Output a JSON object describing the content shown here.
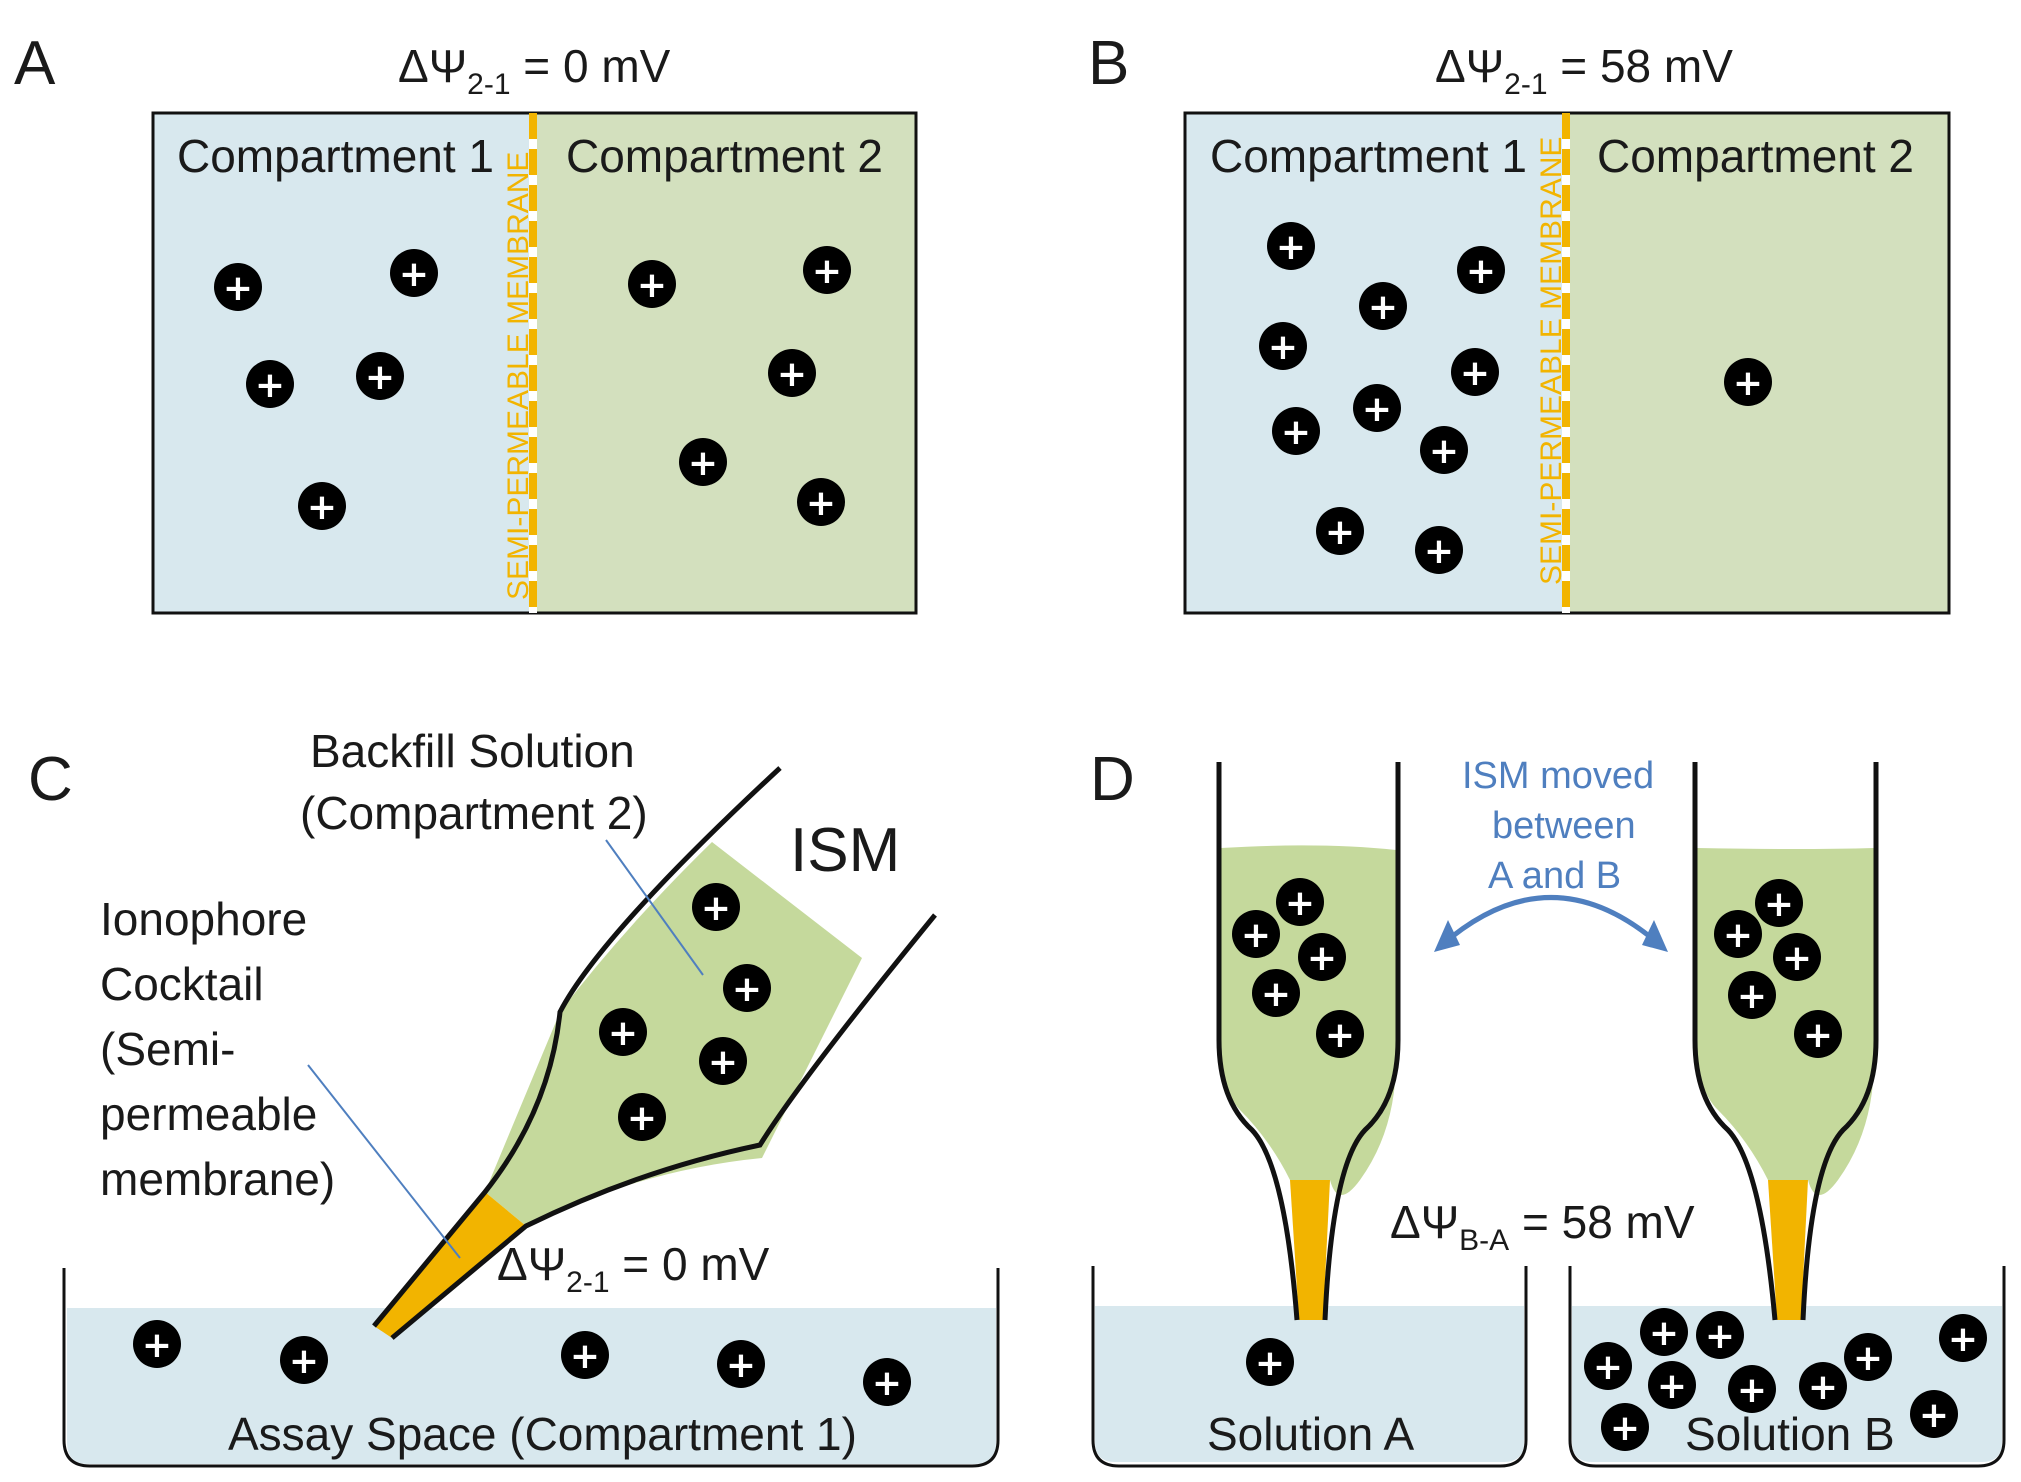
{
  "colors": {
    "compartment1": "#d8e8ee",
    "compartment2": "#d3e0be",
    "membrane": "#f2b400",
    "pipette_fill": "#c5d99c",
    "annotation_blue": "#4f7fbf",
    "ion": "#000000"
  },
  "panels": {
    "a": {
      "letter": "A",
      "potential_main": "ΔΨ",
      "potential_sub": "2-1",
      "potential_value": " = 0 mV",
      "compartment1": "Compartment 1",
      "compartment2": "Compartment 2",
      "membrane_label": "SEMI-PERMEABLE MEMBRANE"
    },
    "b": {
      "letter": "B",
      "potential_main": "ΔΨ",
      "potential_sub": "2-1",
      "potential_value": " = 58 mV",
      "compartment1": "Compartment 1",
      "compartment2": "Compartment 2",
      "membrane_label": "SEMI-PERMEABLE MEMBRANE"
    },
    "c": {
      "letter": "C",
      "backfill_line1": "Backfill Solution",
      "backfill_line2": "(Compartment 2)",
      "ism": "ISM",
      "ionophore_lines": [
        "Ionophore",
        "Cocktail",
        "(Semi-",
        "permeable",
        "membrane)"
      ],
      "potential_main": "ΔΨ",
      "potential_sub": "2-1",
      "potential_value": " = 0 mV",
      "assay_space": "Assay Space (Compartment 1)"
    },
    "d": {
      "letter": "D",
      "moved_lines": [
        "ISM moved",
        "between",
        "A and B"
      ],
      "potential_main": "ΔΨ",
      "potential_sub": "B-A",
      "potential_value": " = 58 mV",
      "solution_a": "Solution A",
      "solution_b": "Solution B"
    }
  },
  "ion_symbol": "+"
}
